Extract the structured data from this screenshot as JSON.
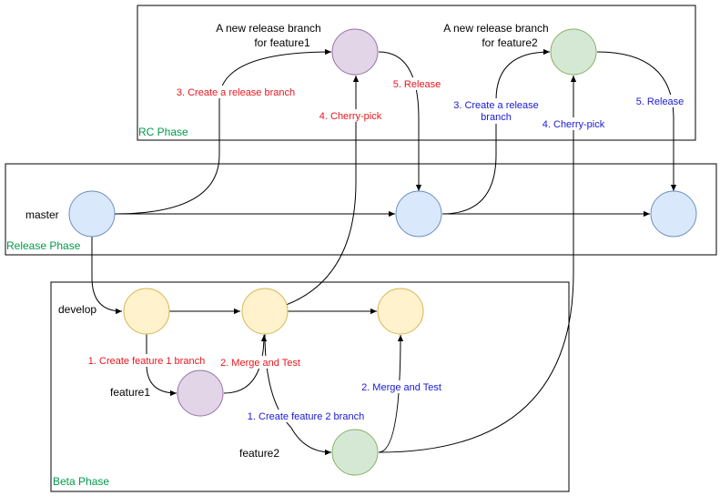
{
  "phases": {
    "rc": "RC Phase",
    "release": "Release Phase",
    "beta": "Beta Phase"
  },
  "branches": {
    "master": "master",
    "develop": "develop",
    "feature1": "feature1",
    "feature2": "feature2"
  },
  "titles": {
    "rb1_line1": "A new release branch",
    "rb1_line2": "for feature1",
    "rb2_line1": "A new release branch",
    "rb2_line2": "for feature2"
  },
  "steps_feature1": {
    "create_feature": "1. Create feature 1 branch",
    "merge_test": "2. Merge and Test",
    "create_release": "3. Create a release branch",
    "cherry_pick": "4. Cherry-pick",
    "release": "5. Release"
  },
  "steps_feature2": {
    "create_feature": "1. Create feature 2 branch",
    "merge_test": "2. Merge and Test",
    "create_release_line1": "3. Create a release",
    "create_release_line2": "branch",
    "cherry_pick": "4. Cherry-pick",
    "release": "5. Release"
  },
  "colors": {
    "master_fill": "#dae8fc",
    "master_stroke": "#6c8ebf",
    "develop_fill": "#fff2cc",
    "develop_stroke": "#d6b656",
    "feature1_fill": "#e1d5e7",
    "feature1_stroke": "#9673a6",
    "feature2_fill": "#d5e8d4",
    "feature2_stroke": "#82b366",
    "step_red": "#e8161c",
    "step_blue": "#1919d6",
    "phase_green": "#00994c"
  }
}
